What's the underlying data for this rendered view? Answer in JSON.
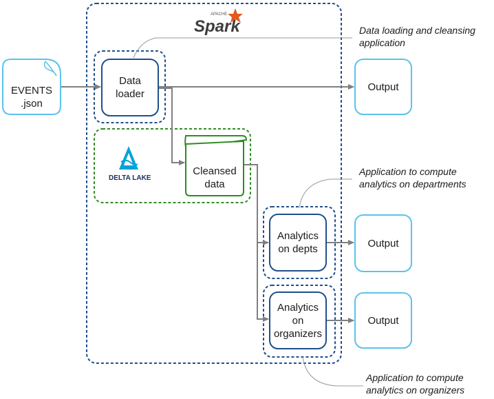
{
  "colors": {
    "spark_border": "#1f4e8c",
    "app_box_border": "#1f4e8c",
    "io_box_border": "#5bc3e8",
    "delta_border": "#2e8b22",
    "arrow": "#7f7f7f",
    "spark_logo": "#e25a1c",
    "delta_logo": "#00a3d9",
    "text": "#1a1a1a"
  },
  "spark_logo": {
    "small_text": "APACHE",
    "big_text": "Spark",
    "icon": "spark-star-icon"
  },
  "delta_logo": {
    "text": "DELTA LAKE",
    "icon": "delta-lake-icon"
  },
  "nodes": {
    "events": {
      "lines": [
        "EVENTS",
        ".json"
      ],
      "icon": "file-icon"
    },
    "data_loader": {
      "lines": [
        "Data",
        "loader"
      ]
    },
    "cleansed": {
      "lines": [
        "Cleansed",
        "data"
      ],
      "icon": "table-scroll-icon"
    },
    "analytics_depts": {
      "lines": [
        "Analytics",
        "on depts"
      ]
    },
    "analytics_orgs": {
      "lines": [
        "Analytics",
        "on",
        "organizers"
      ]
    },
    "output_1": {
      "lines": [
        "Output"
      ]
    },
    "output_2": {
      "lines": [
        "Output"
      ]
    },
    "output_3": {
      "lines": [
        "Output"
      ]
    }
  },
  "annotations": {
    "loading": {
      "lines": [
        "Data loading and cleansing",
        "application"
      ]
    },
    "departments": {
      "lines": [
        "Application to compute",
        "analytics on departments"
      ]
    },
    "organizers": {
      "lines": [
        "Application to compute",
        "analytics on organizers"
      ]
    }
  }
}
